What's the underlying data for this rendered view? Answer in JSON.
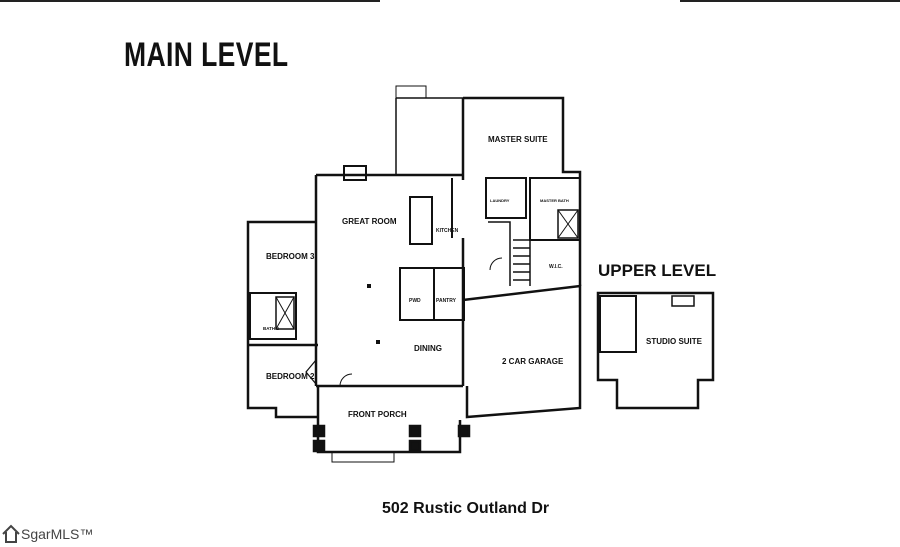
{
  "main_title": "MAIN LEVEL",
  "upper_title": "UPPER LEVEL",
  "address": "502 Rustic Outland Dr",
  "watermark": "SgarMLS™",
  "rooms": {
    "master_suite": "MASTER SUITE",
    "great_room": "GREAT ROOM",
    "kitchen": "KITCHEN",
    "laundry": "LAUNDRY",
    "master_bath": "MASTER BATH",
    "wic": "W.I.C.",
    "bedroom_3": "BEDROOM 3",
    "bath_2": "BATH 2",
    "bedroom_2": "BEDROOM 2",
    "pwd": "PWD",
    "pantry": "PANTRY",
    "dining": "DINING",
    "garage": "2 CAR GARAGE",
    "front_porch": "FRONT PORCH",
    "studio_suite": "STUDIO SUITE"
  },
  "colors": {
    "ink": "#111111",
    "background": "#ffffff"
  }
}
